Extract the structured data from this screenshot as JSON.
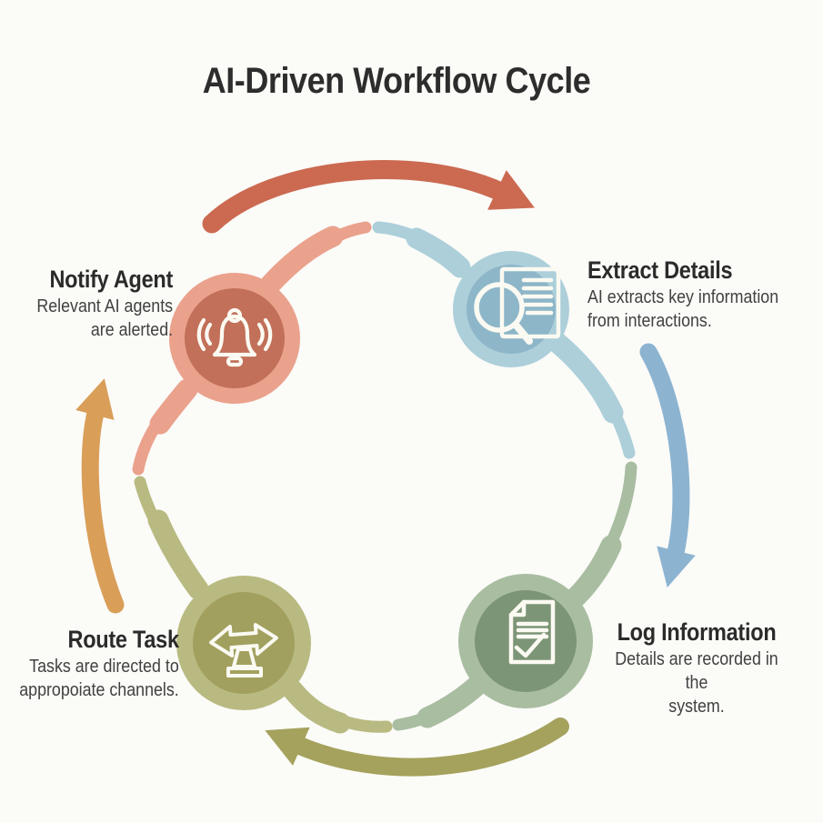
{
  "page": {
    "title": "AI-Driven Workflow Cycle",
    "title_color": "#2d2d2d",
    "background": "#fbfbf8",
    "icon_color": "#fbfaf2"
  },
  "nodes": [
    {
      "id": "notify-agent",
      "title": "Notify Agent",
      "desc_line1": "Relevant AI agents",
      "desc_line2": "are alerted.",
      "icon": "bell-icon",
      "circle_color": "#c2705a",
      "ring_color": "#eaa28d"
    },
    {
      "id": "extract-details",
      "title": "Extract Details",
      "desc_line1": "AI extracts key information",
      "desc_line2": "from interactions.",
      "icon": "document-search-icon",
      "circle_color": "#8db6c8",
      "ring_color": "#accfda"
    },
    {
      "id": "log-information",
      "title": "Log Information",
      "desc_line1": "Details are recorded in the",
      "desc_line2": "system.",
      "icon": "document-check-icon",
      "circle_color": "#7d9577",
      "ring_color": "#a9bda1"
    },
    {
      "id": "route-task",
      "title": "Route Task",
      "desc_line1": "Tasks are directed to",
      "desc_line2": "appropoiate channels.",
      "icon": "route-arrows-icon",
      "circle_color": "#a2a05e",
      "ring_color": "#b9ba81"
    }
  ],
  "arrows": [
    {
      "id": "arrow-top",
      "direction": "notify-to-extract",
      "color": "#cb6a51"
    },
    {
      "id": "arrow-right",
      "direction": "extract-to-log",
      "color": "#8cb4d1"
    },
    {
      "id": "arrow-bottom",
      "direction": "log-to-route",
      "color": "#a5a25d"
    },
    {
      "id": "arrow-left",
      "direction": "route-to-notify",
      "color": "#d99e58"
    }
  ]
}
